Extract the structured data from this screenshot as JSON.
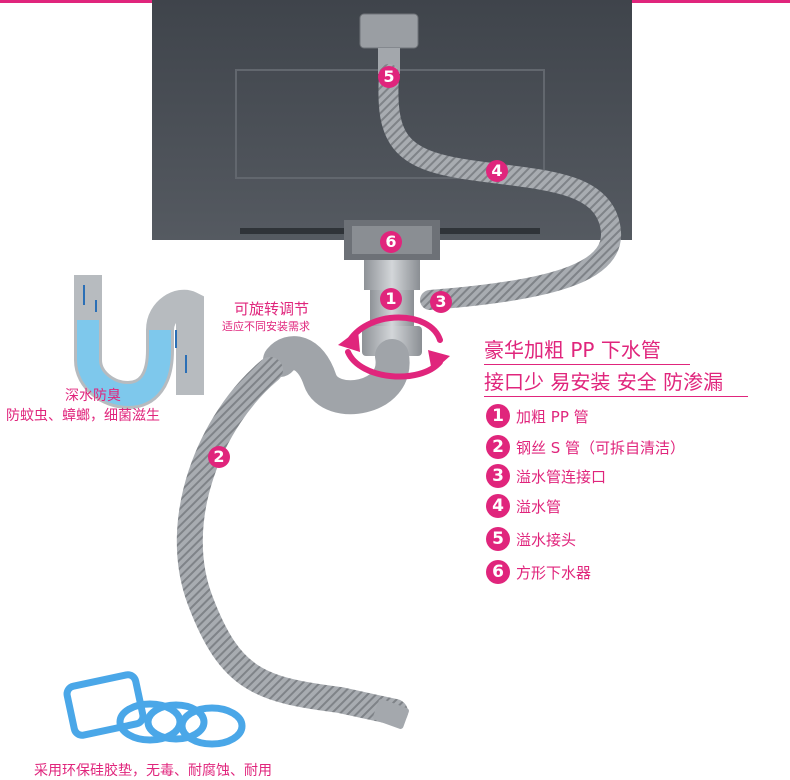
{
  "colors": {
    "accent": "#e0257c",
    "sink": "#4a4f56",
    "pipe": "#a9adb2",
    "water": "#7ec8ec",
    "gasket": "#4aa7e8"
  },
  "labels": {
    "rotate_title": "可旋转调节",
    "rotate_sub": "适应不同安装需求",
    "headline_1": "豪华加粗 PP 下水管",
    "headline_2": "接口少 易安装 安全 防渗漏",
    "odor_title": "深水防臭",
    "odor_sub": "防蚊虫、蟑螂，细菌滋生",
    "gasket_text": "采用环保硅胶垫，无毒、耐腐蚀、耐用"
  },
  "callouts": {
    "c1": "1",
    "c2": "2",
    "c3": "3",
    "c4": "4",
    "c5": "5",
    "c6": "6"
  },
  "legend": [
    {
      "num": "1",
      "text": "加粗 PP 管"
    },
    {
      "num": "2",
      "text": "钢丝 S 管（可拆自清洁）"
    },
    {
      "num": "3",
      "text": "溢水管连接口"
    },
    {
      "num": "4",
      "text": "溢水管"
    },
    {
      "num": "5",
      "text": "溢水接头"
    },
    {
      "num": "6",
      "text": "方形下水器"
    }
  ]
}
